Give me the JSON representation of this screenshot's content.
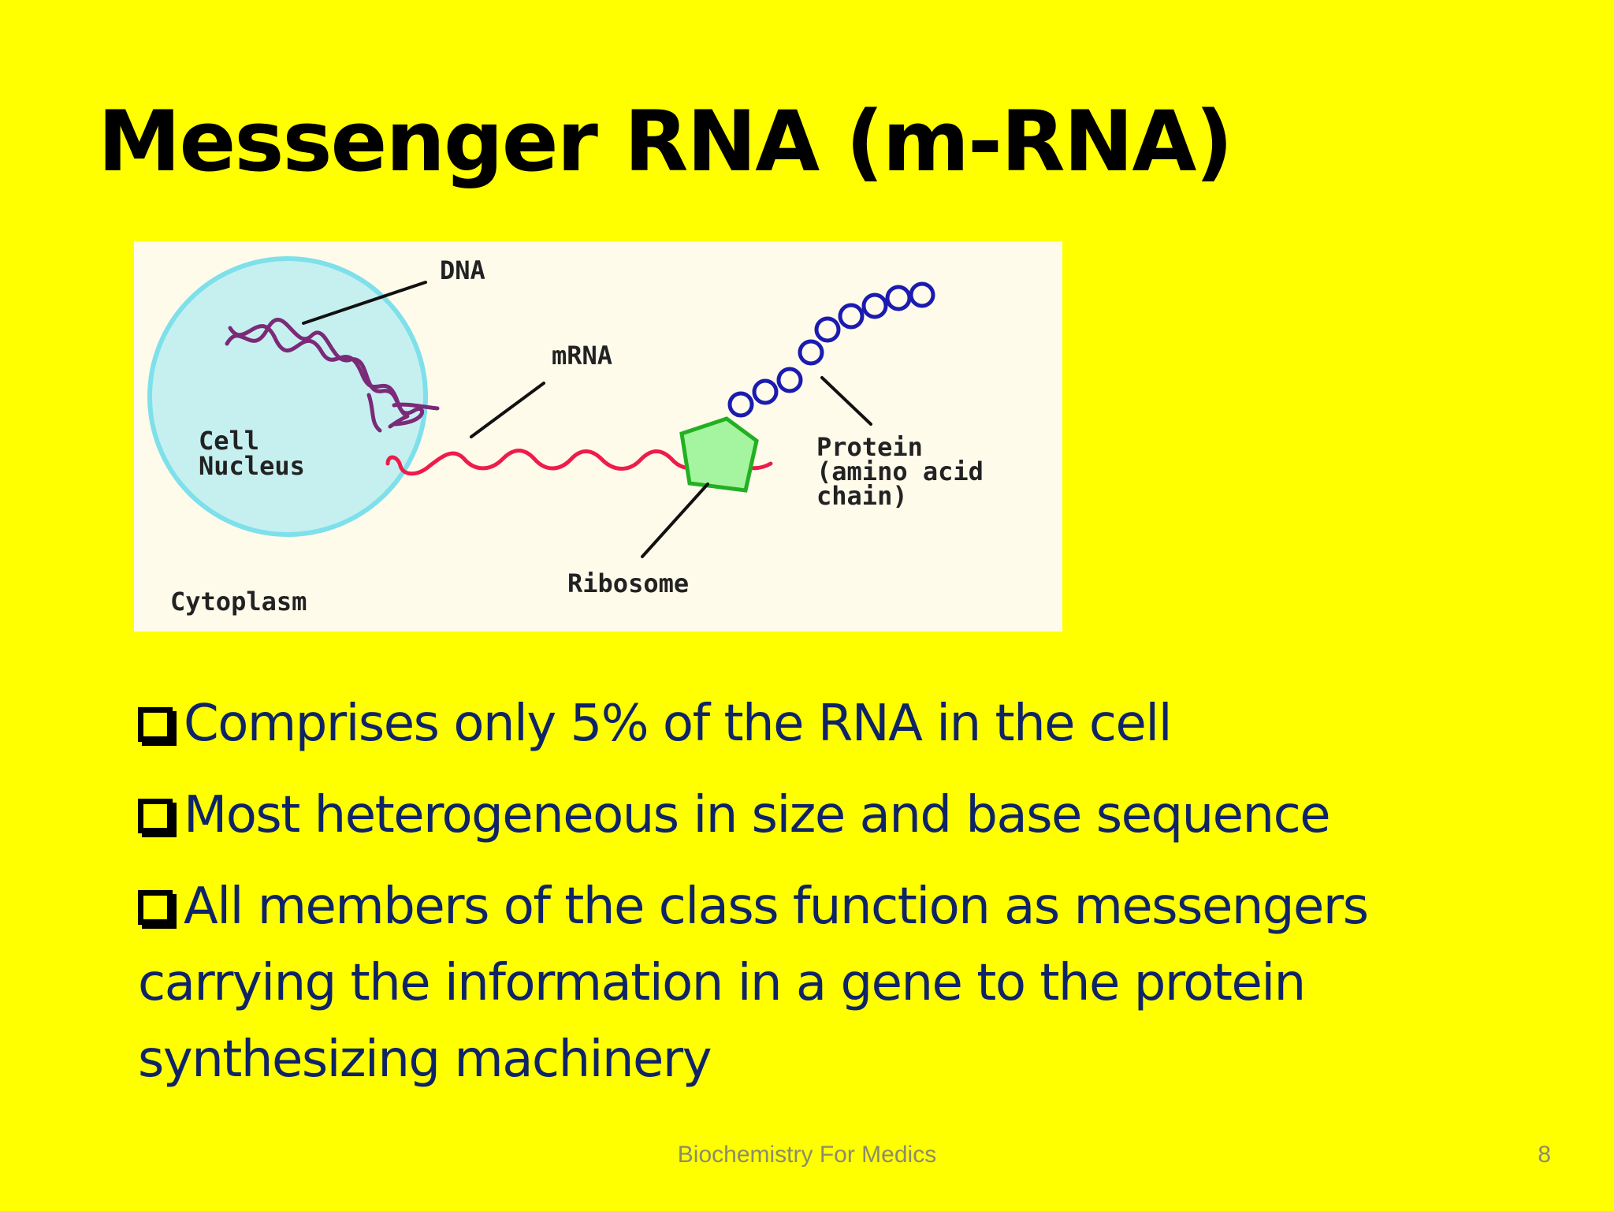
{
  "slide": {
    "title": "Messenger RNA (m-RNA)",
    "bullets": [
      "Comprises only 5% of the RNA in the cell",
      "Most heterogeneous in size and base sequence",
      "All members of the class function as messengers carrying the information in a gene to the protein synthesizing machinery"
    ],
    "footer": "Biochemistry For Medics",
    "page_number": "8"
  },
  "diagram": {
    "labels": {
      "dna": "DNA",
      "mrna": "mRNA",
      "cell_nucleus_line1": "Cell",
      "cell_nucleus_line2": "Nucleus",
      "protein_line1": "Protein",
      "protein_line2": "(amino acid",
      "protein_line3": "chain)",
      "ribosome": "Ribosome",
      "cytoplasm": "Cytoplasm"
    },
    "colors": {
      "background": "#ffff00",
      "title_text": "#000000",
      "bullet_text": "#0f2466",
      "nucleus_fill": "#c6f0f0",
      "nucleus_stroke": "#7ee0ea",
      "dna_strand": "#7b2a78",
      "mrna_strand": "#ee1c4a",
      "ribosome_fill": "#a4f4a0",
      "ribosome_stroke": "#22b022",
      "protein_beads": "#1b1bb0"
    }
  }
}
